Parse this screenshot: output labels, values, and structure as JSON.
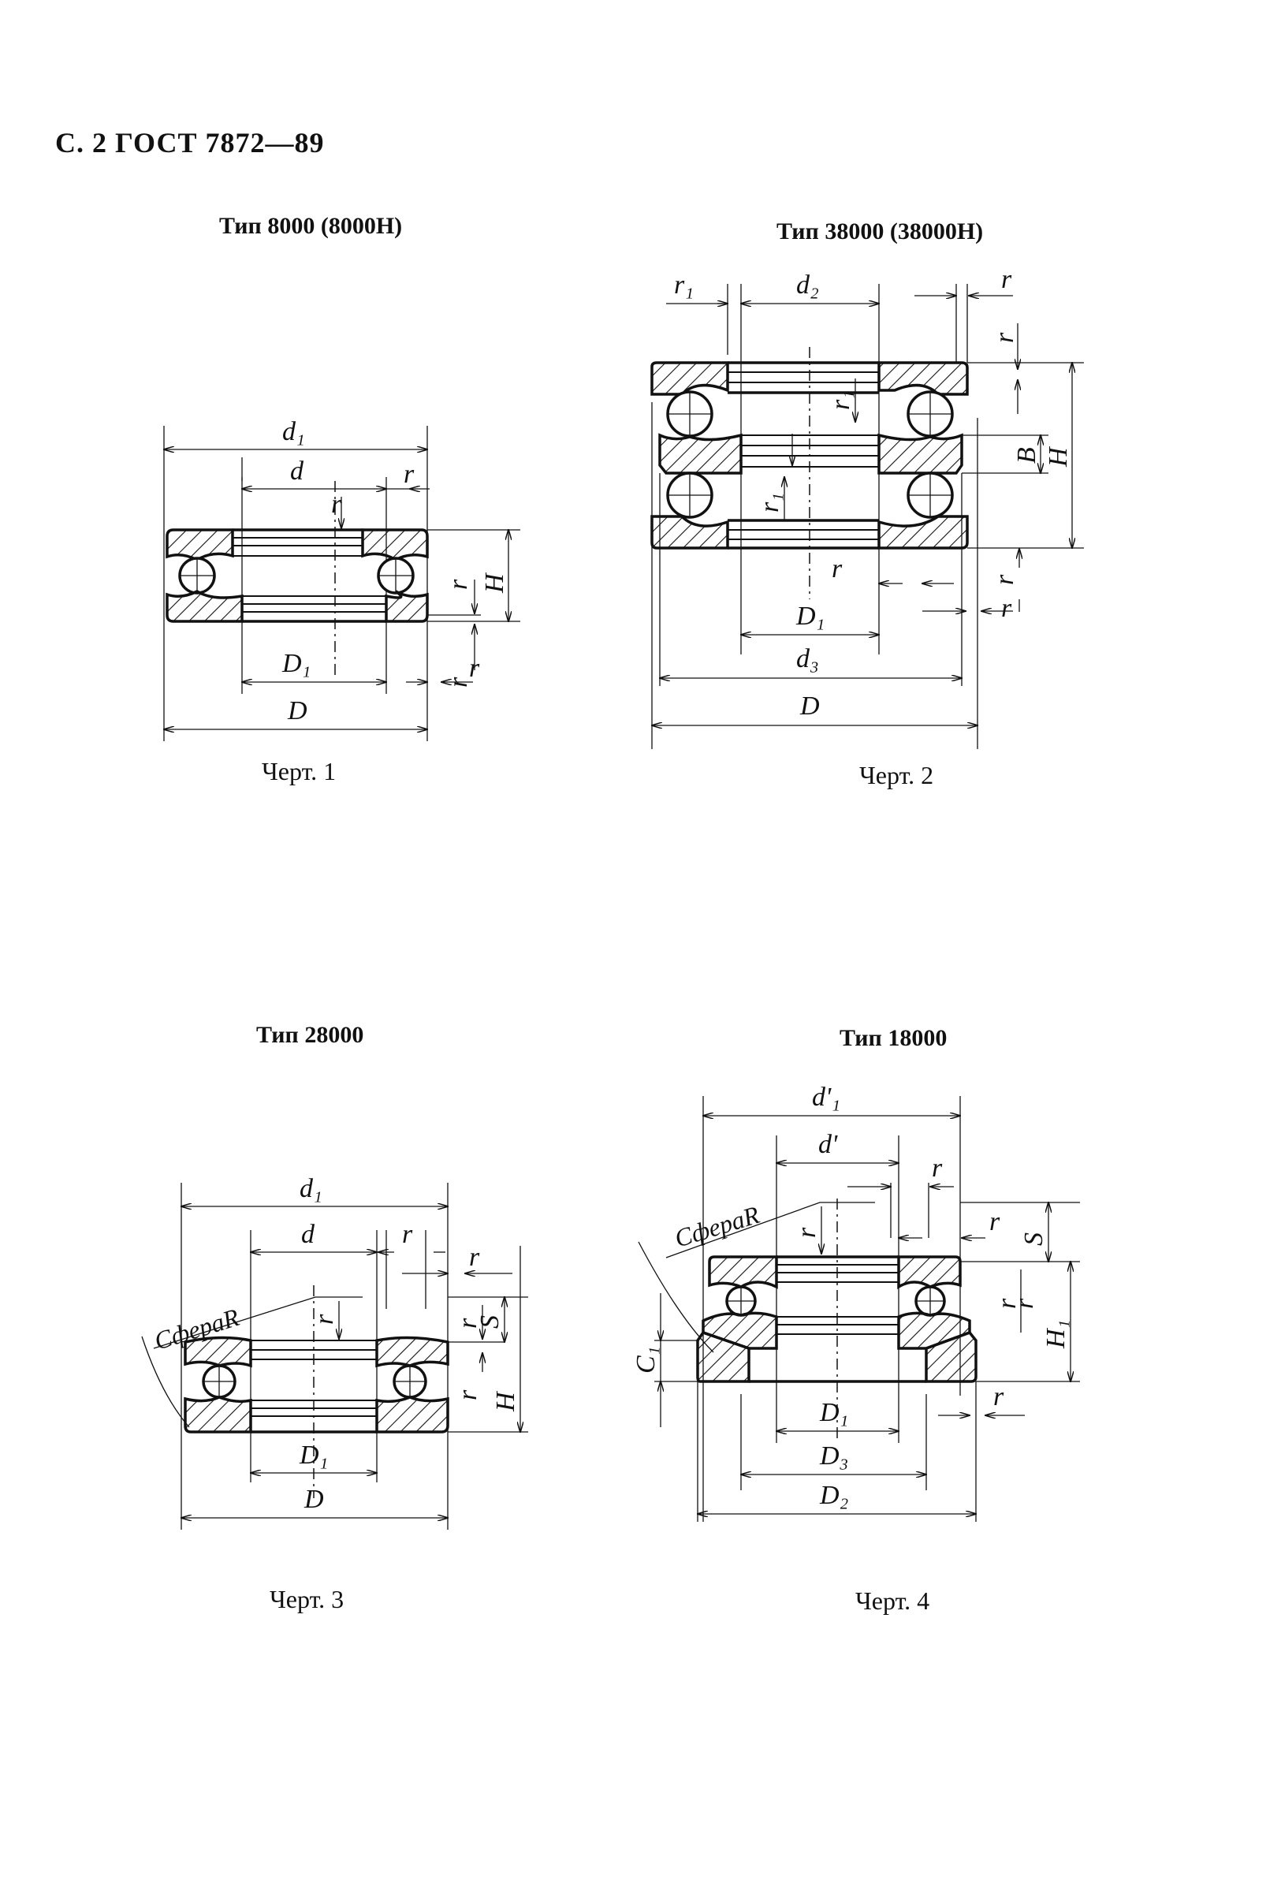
{
  "header": {
    "text": "С. 2 ГОСТ 7872—89"
  },
  "figures": [
    {
      "type_title": "Тип 8000 (8000Н)",
      "caption": "Черт. 1",
      "labels": {
        "d1": "d₁",
        "d": "d",
        "r": "r",
        "H": "H",
        "D1": "D₁",
        "D": "D"
      }
    },
    {
      "type_title": "Тип 38000 (38000Н)",
      "caption": "Черт. 2",
      "labels": {
        "r1": "r₁",
        "d2": "d₂",
        "r": "r",
        "B": "B",
        "H": "H",
        "D1": "D₁",
        "d3": "d₃",
        "D": "D"
      }
    },
    {
      "type_title": "Тип 28000",
      "caption": "Черт. 3",
      "labels": {
        "d1": "d₁",
        "d": "d",
        "r": "r",
        "sphere": "СфераR",
        "S": "S",
        "H": "H",
        "D1": "D₁",
        "D": "D"
      }
    },
    {
      "type_title": "Тип 18000",
      "caption": "Черт. 4",
      "labels": {
        "d1": "d'₁",
        "d": "d'",
        "r": "r",
        "sphere": "СфераR",
        "S": "S",
        "H1": "H₁",
        "C1": "C₁",
        "D1": "D₁",
        "D3": "D₃",
        "D2": "D₂"
      }
    }
  ]
}
